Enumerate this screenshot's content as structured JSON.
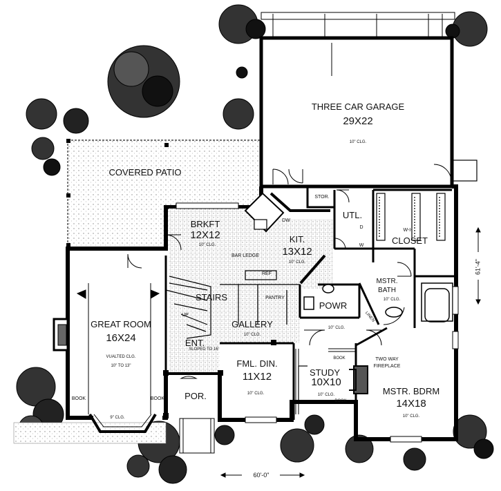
{
  "rooms": {
    "garage": {
      "name": "THREE CAR GARAGE",
      "size": "29X22",
      "ceiling": "10\" CLG."
    },
    "patio": {
      "name": "COVERED PATIO"
    },
    "brkft": {
      "name": "BRKFT",
      "size": "12X12",
      "ceiling": "10\" CLG."
    },
    "kit": {
      "name": "KIT.",
      "size": "13X12",
      "ceiling": "10\" CLG."
    },
    "stor": {
      "name": "STOR."
    },
    "utl": {
      "name": "UTL."
    },
    "closet": {
      "name": "W-I-",
      "name2": "CLOSET"
    },
    "great": {
      "name": "GREAT ROOM",
      "size": "16X24",
      "ceiling": "VUALTED CLG.",
      "ceiling2": "10\" TO 13\""
    },
    "stairs": {
      "name": "STAIRS",
      "up": "UP"
    },
    "pantry": {
      "name": "PANTRY"
    },
    "ref": {
      "name": "REF"
    },
    "barledge": {
      "name": "BAR LEDGE"
    },
    "gallery": {
      "name": "GALLERY",
      "ceiling": "10\" CLG."
    },
    "ent": {
      "name": "ENT.",
      "note": "SLOPED TO 16'"
    },
    "powr": {
      "name": "POWR"
    },
    "mbath": {
      "name": "MSTR.",
      "name2": "BATH",
      "ceiling": "10\" CLG."
    },
    "linen": {
      "name": "LINEN"
    },
    "hall": {
      "ceiling": "10\" CLG."
    },
    "fml": {
      "name": "FML. DIN.",
      "size": "11X12",
      "ceiling": "10\" CLG."
    },
    "study": {
      "name": "STUDY",
      "size": "10X10",
      "ceiling": "10\" CLG."
    },
    "mbdrm": {
      "name": "MSTR. BDRM",
      "size": "14X18",
      "ceiling": "10\" CLG."
    },
    "fireplace": {
      "name": "TWO WAY",
      "name2": "FIREPLACE"
    },
    "por": {
      "name": "POR."
    },
    "bay": {
      "ceiling": "9\" CLG."
    }
  },
  "book_labels": [
    "BOOK",
    "BOOK",
    "BOOK",
    "BOOK"
  ],
  "kitchen_marks": {
    "dw": "DW",
    "d": "D",
    "w": "W"
  },
  "dimensions": {
    "width": "60'-0\"",
    "depth": "61'-4\""
  }
}
